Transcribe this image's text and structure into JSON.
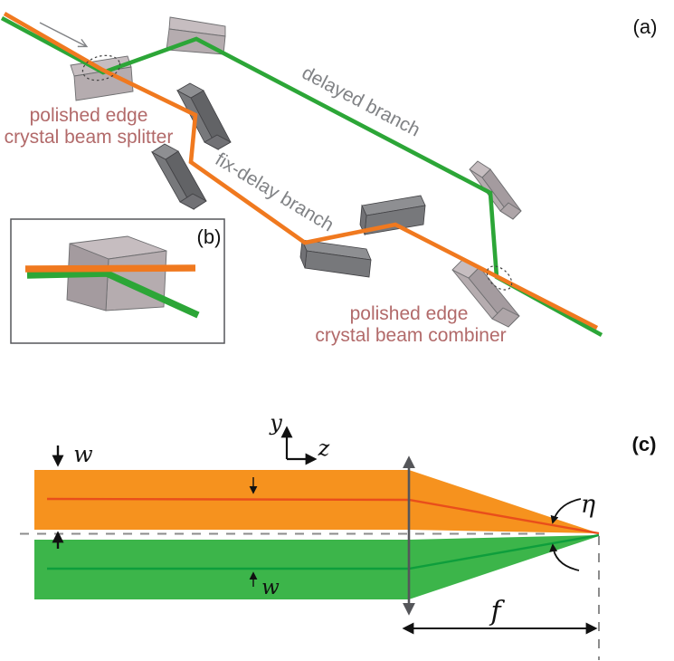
{
  "colors": {
    "beam_orange": "#F0791F",
    "beam_green": "#2CA637",
    "band_orange": "#F6921E",
    "band_green": "#3CB54A",
    "centerline_orange": "#E94E1B",
    "centerline_green": "#0E9E3C",
    "crystal_top": "#C6BDC0",
    "crystal_front": "#B5ACAF",
    "crystal_side": "#A49B9F",
    "crystal_cap": "#AEA5A8",
    "mirror_top": "#8E8F92",
    "mirror_front": "#77787B",
    "mirror_side": "#626366",
    "mirror_cap": "#717175",
    "label_rose": "#B26A6A",
    "label_gray": "#808285",
    "axis_gray": "#8C8C8C",
    "lens_gray": "#55565A",
    "ink": "#111111"
  },
  "panel_a": {
    "tag": "(a)",
    "splitter_line1": "polished edge",
    "splitter_line2": "crystal beam splitter",
    "combiner_line1": "polished edge",
    "combiner_line2": "crystal beam combiner",
    "delayed_branch": "delayed branch",
    "fix_delay_branch": "fix-delay branch"
  },
  "panel_b": {
    "tag": "(b)"
  },
  "panel_c": {
    "tag": "(c)",
    "beam_width_left": "w",
    "beam_width_right": "w",
    "axis_y": "y",
    "axis_z": "z",
    "tilt_angle": "η",
    "focal_length": "f"
  }
}
